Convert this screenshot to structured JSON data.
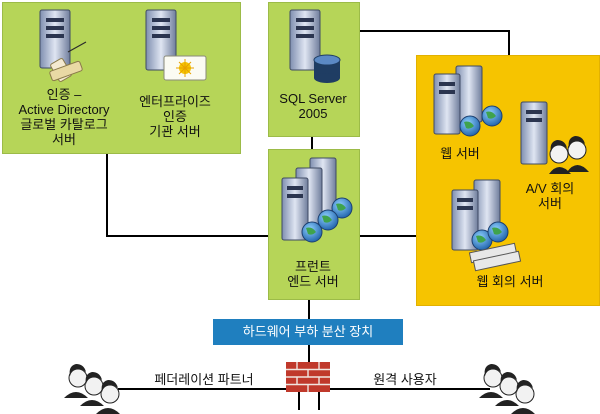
{
  "groups": {
    "auth": {
      "global_catalog_label": [
        "인증 –",
        "Active Directory",
        "글로벌 카탈로그",
        "서버"
      ],
      "enterprise_ca_label": [
        "엔터프라이즈",
        "인증",
        "기관 서버"
      ]
    },
    "sql": {
      "label": [
        "SQL Server",
        "2005"
      ]
    },
    "front_end": {
      "label": [
        "프런트",
        "엔드 서버"
      ]
    },
    "conferencing": {
      "web_server_label": "웹 서버",
      "av_server_label": [
        "A/V 회의",
        "서버"
      ],
      "web_conf_server_label": "웹 회의 서버"
    }
  },
  "load_balancer": {
    "label": "하드웨어 부하 분산 장치"
  },
  "external": {
    "federation_label": "페더레이션 파트너",
    "remote_label": "원격 사용자"
  },
  "colors": {
    "green_group": "#b6d558",
    "yellow_group": "#f6c400",
    "load_balancer": "#1f7fbf",
    "firewall": "#c0392b",
    "link": "#000000"
  }
}
